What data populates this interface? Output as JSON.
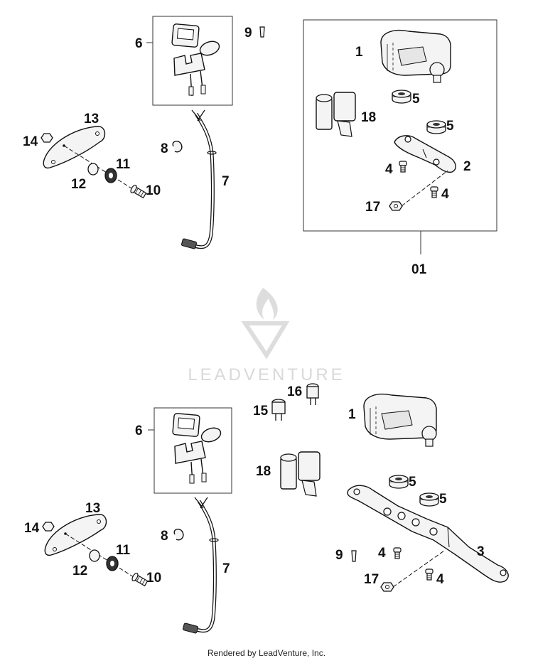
{
  "diagram": {
    "upper_assembly": {
      "callouts": [
        "6",
        "9",
        "1",
        "5",
        "18",
        "13",
        "14",
        "11",
        "12",
        "10",
        "8",
        "7",
        "5",
        "2",
        "4",
        "4",
        "17",
        "01"
      ]
    },
    "lower_assembly": {
      "callouts": [
        "6",
        "16",
        "15",
        "1",
        "18",
        "13",
        "14",
        "5",
        "5",
        "11",
        "12",
        "10",
        "8",
        "7",
        "9",
        "4",
        "3",
        "17",
        "4"
      ]
    },
    "watermark": "LEADVENTURE",
    "footer": "Rendered by LeadVenture, Inc."
  },
  "colors": {
    "line": "#111111",
    "part_fill": "#f4f4f4",
    "watermark": "#d9d9d9"
  }
}
